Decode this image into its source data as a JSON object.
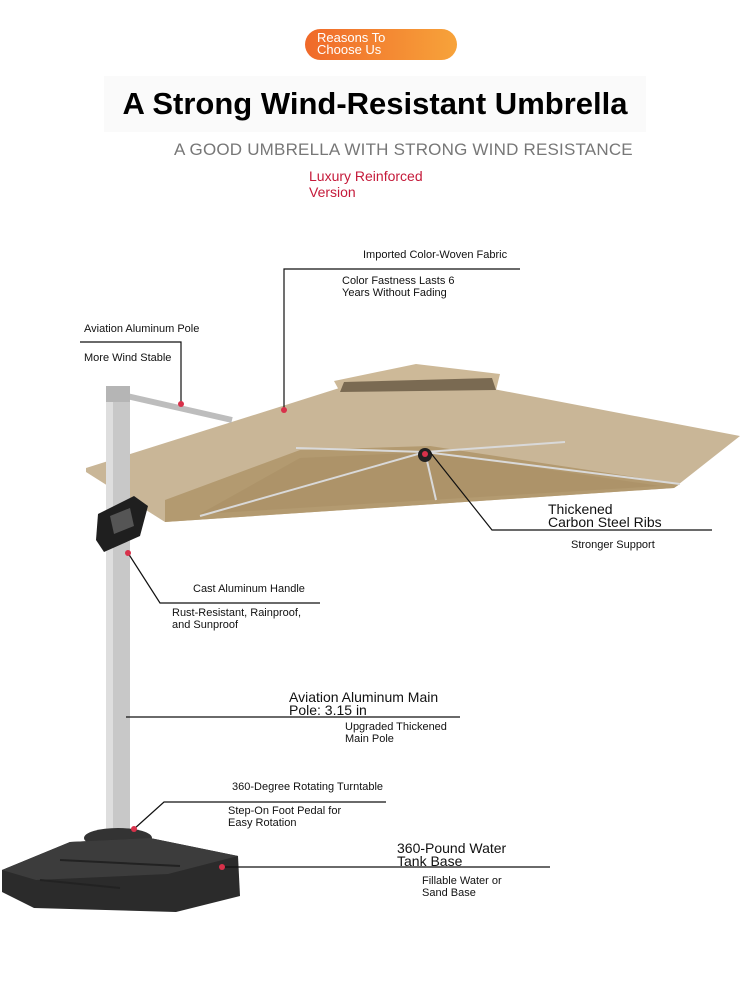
{
  "badge": "Reasons To\nChoose Us",
  "title": "A Strong Wind-Resistant Umbrella",
  "subtitle": "A GOOD UMBRELLA WITH STRONG WIND RESISTANCE",
  "version": "Luxury Reinforced\nVersion",
  "callouts": {
    "fabric": {
      "title": "Imported Color-Woven Fabric",
      "detail": "Color Fastness Lasts 6\nYears Without Fading"
    },
    "pole": {
      "title": "Aviation Aluminum Pole",
      "detail": "More Wind Stable"
    },
    "ribs": {
      "title": "Thickened\nCarbon Steel Ribs",
      "detail": "Stronger Support"
    },
    "handle": {
      "title": "Cast Aluminum Handle",
      "detail": "Rust-Resistant, Rainproof,\nand Sunproof"
    },
    "main_pole": {
      "title": "Aviation Aluminum Main\nPole: 3.15 in",
      "detail": "Upgraded Thickened\nMain Pole"
    },
    "turntable": {
      "title": "360-Degree Rotating Turntable",
      "detail": "Step-On Foot Pedal for\nEasy Rotation"
    },
    "base": {
      "title": "360-Pound Water\nTank Base",
      "detail": "Fillable Water or\nSand Base"
    }
  },
  "colors": {
    "accent_orange": "#f0692a",
    "accent_red": "#c51a3a",
    "canopy": "#c9b697",
    "canopy_under": "#b39a70",
    "pole": "#c8c8c8",
    "base": "#2b2b2b",
    "marker": "#d8314a"
  }
}
